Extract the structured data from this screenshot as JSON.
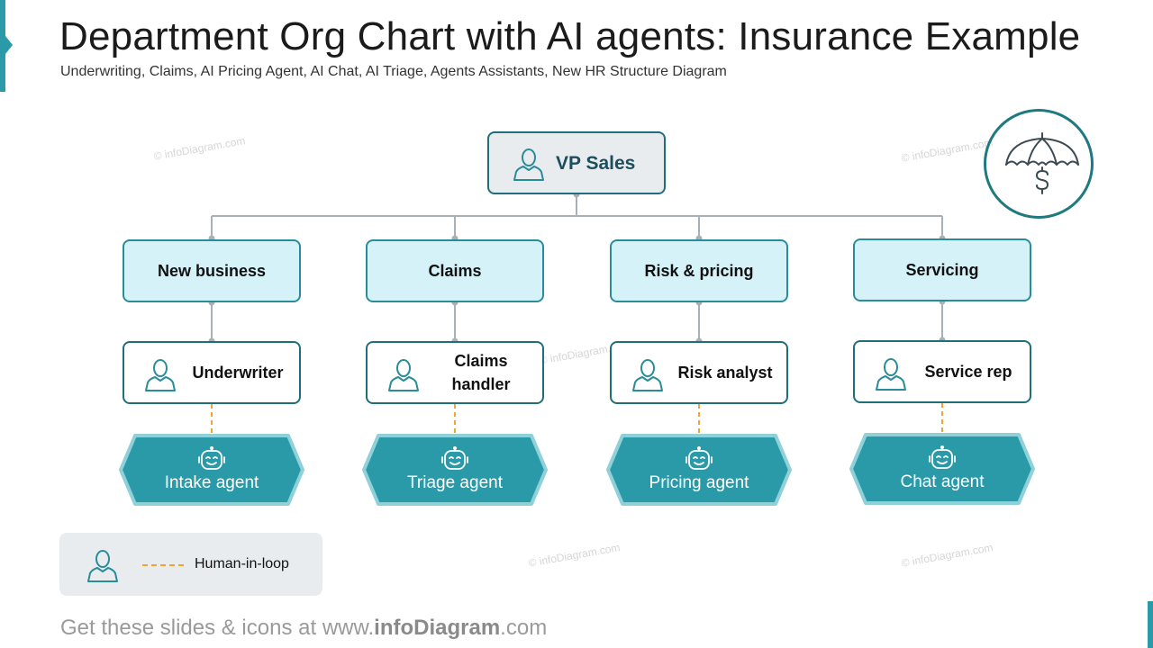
{
  "header": {
    "title": "Department Org Chart with AI agents: Insurance Example",
    "subtitle": "Underwriting, Claims, AI Pricing Agent, AI Chat, AI Triage, Agents Assistants, New HR Structure Diagram"
  },
  "watermark": "© infoDiagram.com",
  "top": {
    "label": "VP Sales",
    "icon": "person-icon"
  },
  "badge": {
    "icon": "umbrella-dollar-icon"
  },
  "departments": [
    {
      "label": "New business",
      "role": "Underwriter",
      "agent": "Intake agent"
    },
    {
      "label": "Claims",
      "role": "Claims handler",
      "role_lines": [
        "Claims",
        "handler"
      ],
      "agent": "Triage agent"
    },
    {
      "label": "Risk & pricing",
      "role": "Risk analyst",
      "agent": "Pricing agent"
    },
    {
      "label": "Servicing",
      "role": "Service rep",
      "agent": "Chat agent"
    }
  ],
  "legend": {
    "icon": "person-icon",
    "label": "Human-in-loop"
  },
  "footer": {
    "prefix": "Get these slides & icons at www.",
    "brand": "infoDiagram",
    "suffix": ".com"
  },
  "colors": {
    "teal_dark": "#1f6f7a",
    "teal_agent": "#2a9aa8",
    "teal_light": "#d6f2f9",
    "orange_dashed": "#f0a52c",
    "gray_box": "#e9ecef"
  }
}
